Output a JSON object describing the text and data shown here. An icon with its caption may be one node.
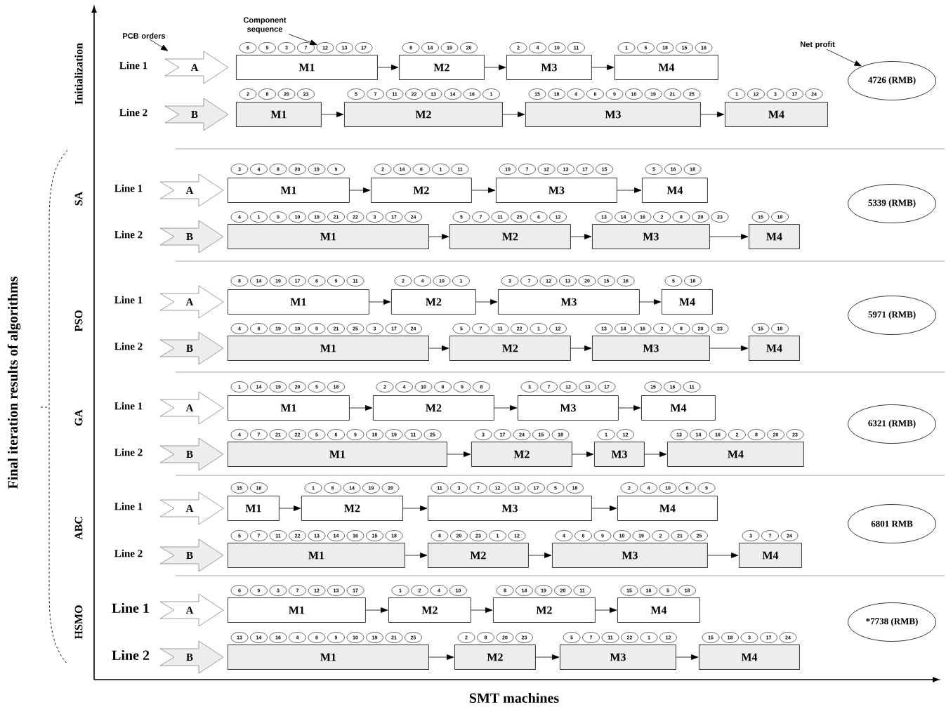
{
  "diagram": {
    "nodes": [
      {
        "text": [
          "Component sequence"
        ]
      },
      {
        "text": [
          "PCB orders"
        ]
      },
      {
        "text": [
          "Net profit"
        ]
      },
      {
        "text": [
          "A"
        ],
        "beside": [
          "Line 1"
        ]
      },
      {
        "text": [
          "M1"
        ]
      },
      {
        "text": [
          "6"
        ]
      },
      {
        "text": [
          "9"
        ]
      },
      {
        "text": [
          "3"
        ]
      },
      {
        "text": [
          "7"
        ]
      },
      {
        "text": [
          "12"
        ]
      },
      {
        "text": [
          "13"
        ]
      },
      {
        "text": [
          "17"
        ]
      },
      {
        "text": [
          "M2"
        ]
      },
      {
        "text": [
          "8"
        ]
      },
      {
        "text": [
          "14"
        ]
      },
      {
        "text": [
          "19"
        ]
      },
      {
        "text": [
          "20"
        ]
      },
      {
        "text": [
          "M3"
        ]
      },
      {
        "text": [
          "2"
        ]
      },
      {
        "text": [
          "4"
        ]
      },
      {
        "text": [
          "10"
        ]
      },
      {
        "text": [
          "11"
        ]
      },
      {
        "text": [
          "M4"
        ]
      },
      {
        "text": [
          "1"
        ]
      },
      {
        "text": [
          "5"
        ]
      },
      {
        "text": [
          "18"
        ]
      },
      {
        "text": [
          "15"
        ]
      },
      {
        "text": [
          "16"
        ]
      },
      {
        "text": [
          "B"
        ],
        "beside": [
          "Line 2"
        ]
      },
      {
        "text": [
          "M1"
        ]
      },
      {
        "text": [
          "2"
        ]
      },
      {
        "text": [
          "8"
        ]
      },
      {
        "text": [
          "20"
        ]
      },
      {
        "text": [
          "23"
        ]
      },
      {
        "text": [
          "M2"
        ]
      },
      {
        "text": [
          "5"
        ]
      },
      {
        "text": [
          "7"
        ]
      },
      {
        "text": [
          "11"
        ]
      },
      {
        "text": [
          "22"
        ]
      },
      {
        "text": [
          "13"
        ]
      },
      {
        "text": [
          "14"
        ]
      },
      {
        "text": [
          "16"
        ]
      },
      {
        "text": [
          "1"
        ]
      },
      {
        "text": [
          "M3"
        ]
      },
      {
        "text": [
          "15"
        ]
      },
      {
        "text": [
          "18"
        ]
      },
      {
        "text": [
          "4"
        ]
      },
      {
        "text": [
          "6"
        ]
      },
      {
        "text": [
          "9"
        ]
      },
      {
        "text": [
          "10"
        ]
      },
      {
        "text": [
          "19"
        ]
      },
      {
        "text": [
          "21"
        ]
      },
      {
        "text": [
          "25"
        ]
      },
      {
        "text": [
          "M4"
        ]
      },
      {
        "text": [
          "1"
        ]
      },
      {
        "text": [
          "12"
        ]
      },
      {
        "text": [
          "3"
        ]
      },
      {
        "text": [
          "17"
        ]
      },
      {
        "text": [
          "24"
        ]
      },
      {
        "text": [
          "4726 (RMB)"
        ]
      },
      {
        "text": [
          "A"
        ],
        "beside": [
          "Line 1"
        ]
      },
      {
        "text": [
          "M1"
        ]
      },
      {
        "text": [
          "3"
        ]
      },
      {
        "text": [
          "4"
        ]
      },
      {
        "text": [
          "8"
        ]
      },
      {
        "text": [
          "20"
        ]
      },
      {
        "text": [
          "19"
        ]
      },
      {
        "text": [
          "9"
        ]
      },
      {
        "text": [
          "M2"
        ]
      },
      {
        "text": [
          "2"
        ]
      },
      {
        "text": [
          "14"
        ]
      },
      {
        "text": [
          "6"
        ]
      },
      {
        "text": [
          "1"
        ]
      },
      {
        "text": [
          "11"
        ]
      },
      {
        "text": [
          "M3"
        ]
      },
      {
        "text": [
          "10"
        ]
      },
      {
        "text": [
          "7"
        ]
      },
      {
        "text": [
          "12"
        ]
      },
      {
        "text": [
          "13"
        ]
      },
      {
        "text": [
          "17"
        ]
      },
      {
        "text": [
          "15"
        ]
      },
      {
        "text": [
          "M4"
        ]
      },
      {
        "text": [
          "5"
        ]
      },
      {
        "text": [
          "16"
        ]
      },
      {
        "text": [
          "18"
        ]
      },
      {
        "text": [
          "B"
        ],
        "beside": [
          "Line 2"
        ]
      },
      {
        "text": [
          "M1"
        ]
      },
      {
        "text": [
          "4"
        ]
      },
      {
        "text": [
          "1"
        ]
      },
      {
        "text": [
          "9"
        ]
      },
      {
        "text": [
          "10"
        ]
      },
      {
        "text": [
          "19"
        ]
      },
      {
        "text": [
          "21"
        ]
      },
      {
        "text": [
          "22"
        ]
      },
      {
        "text": [
          "3"
        ]
      },
      {
        "text": [
          "17"
        ]
      },
      {
        "text": [
          "24"
        ]
      },
      {
        "text": [
          "M2"
        ]
      },
      {
        "text": [
          "5"
        ]
      },
      {
        "text": [
          "7"
        ]
      },
      {
        "text": [
          "11"
        ]
      },
      {
        "text": [
          "25"
        ]
      },
      {
        "text": [
          "6"
        ]
      },
      {
        "text": [
          "12"
        ]
      },
      {
        "text": [
          "M3"
        ]
      },
      {
        "text": [
          "13"
        ]
      },
      {
        "text": [
          "14"
        ]
      },
      {
        "text": [
          "16"
        ]
      },
      {
        "text": [
          "2"
        ]
      },
      {
        "text": [
          "8"
        ]
      },
      {
        "text": [
          "20"
        ]
      },
      {
        "text": [
          "23"
        ]
      },
      {
        "text": [
          "M4"
        ]
      },
      {
        "text": [
          "15"
        ]
      },
      {
        "text": [
          "18"
        ]
      },
      {
        "text": [
          "5339 (RMB)"
        ]
      },
      {
        "text": [
          "A"
        ],
        "beside": [
          "Line 1"
        ]
      },
      {
        "text": [
          "M1"
        ]
      },
      {
        "text": [
          "8"
        ]
      },
      {
        "text": [
          "14"
        ]
      },
      {
        "text": [
          "19"
        ]
      },
      {
        "text": [
          "17"
        ]
      },
      {
        "text": [
          "6"
        ]
      },
      {
        "text": [
          "9"
        ]
      },
      {
        "text": [
          "11"
        ]
      },
      {
        "text": [
          "M2"
        ]
      },
      {
        "text": [
          "2"
        ]
      },
      {
        "text": [
          "4"
        ]
      },
      {
        "text": [
          "10"
        ]
      },
      {
        "text": [
          "1"
        ]
      },
      {
        "text": [
          "M3"
        ]
      },
      {
        "text": [
          "3"
        ]
      },
      {
        "text": [
          "7"
        ]
      },
      {
        "text": [
          "12"
        ]
      },
      {
        "text": [
          "13"
        ]
      },
      {
        "text": [
          "20"
        ]
      },
      {
        "text": [
          "15"
        ]
      },
      {
        "text": [
          "16"
        ]
      },
      {
        "text": [
          "M4"
        ]
      },
      {
        "text": [
          "5"
        ]
      },
      {
        "text": [
          "18"
        ]
      },
      {
        "text": [
          "B"
        ],
        "beside": [
          "Line 2"
        ]
      },
      {
        "text": [
          "M1"
        ]
      },
      {
        "text": [
          "4"
        ]
      },
      {
        "text": [
          "6"
        ]
      },
      {
        "text": [
          "19"
        ]
      },
      {
        "text": [
          "10"
        ]
      },
      {
        "text": [
          "9"
        ]
      },
      {
        "text": [
          "21"
        ]
      },
      {
        "text": [
          "25"
        ]
      },
      {
        "text": [
          "3"
        ]
      },
      {
        "text": [
          "17"
        ]
      },
      {
        "text": [
          "24"
        ]
      },
      {
        "text": [
          "M2"
        ]
      },
      {
        "text": [
          "5"
        ]
      },
      {
        "text": [
          "7"
        ]
      },
      {
        "text": [
          "11"
        ]
      },
      {
        "text": [
          "22"
        ]
      },
      {
        "text": [
          "1"
        ]
      },
      {
        "text": [
          "12"
        ]
      },
      {
        "text": [
          "M3"
        ]
      },
      {
        "text": [
          "13"
        ]
      },
      {
        "text": [
          "14"
        ]
      },
      {
        "text": [
          "16"
        ]
      },
      {
        "text": [
          "2"
        ]
      },
      {
        "text": [
          "8"
        ]
      },
      {
        "text": [
          "20"
        ]
      },
      {
        "text": [
          "23"
        ]
      },
      {
        "text": [
          "M4"
        ]
      },
      {
        "text": [
          "15"
        ]
      },
      {
        "text": [
          "18"
        ]
      },
      {
        "text": [
          "5971 (RMB)"
        ]
      },
      {
        "text": [
          "A"
        ],
        "beside": [
          "Line 1"
        ]
      },
      {
        "text": [
          "M1"
        ]
      },
      {
        "text": [
          "1"
        ]
      },
      {
        "text": [
          "14"
        ]
      },
      {
        "text": [
          "19"
        ]
      },
      {
        "text": [
          "20"
        ]
      },
      {
        "text": [
          "5"
        ]
      },
      {
        "text": [
          "18"
        ]
      },
      {
        "text": [
          "M2"
        ]
      },
      {
        "text": [
          "2"
        ]
      },
      {
        "text": [
          "4"
        ]
      },
      {
        "text": [
          "10"
        ]
      },
      {
        "text": [
          "6"
        ]
      },
      {
        "text": [
          "9"
        ]
      },
      {
        "text": [
          "8"
        ]
      },
      {
        "text": [
          "M3"
        ]
      },
      {
        "text": [
          "3"
        ]
      },
      {
        "text": [
          "7"
        ]
      },
      {
        "text": [
          "12"
        ]
      },
      {
        "text": [
          "13"
        ]
      },
      {
        "text": [
          "17"
        ]
      },
      {
        "text": [
          "M4"
        ]
      },
      {
        "text": [
          "15"
        ]
      },
      {
        "text": [
          "16"
        ]
      },
      {
        "text": [
          "11"
        ]
      },
      {
        "text": [
          "B"
        ],
        "beside": [
          "Line 2"
        ]
      },
      {
        "text": [
          "M1"
        ]
      },
      {
        "text": [
          "4"
        ]
      },
      {
        "text": [
          "7"
        ]
      },
      {
        "text": [
          "21"
        ]
      },
      {
        "text": [
          "22"
        ]
      },
      {
        "text": [
          "5"
        ]
      },
      {
        "text": [
          "6"
        ]
      },
      {
        "text": [
          "9"
        ]
      },
      {
        "text": [
          "10"
        ]
      },
      {
        "text": [
          "19"
        ]
      },
      {
        "text": [
          "11"
        ]
      },
      {
        "text": [
          "25"
        ]
      },
      {
        "text": [
          "M2"
        ]
      },
      {
        "text": [
          "3"
        ]
      },
      {
        "text": [
          "17"
        ]
      },
      {
        "text": [
          "24"
        ]
      },
      {
        "text": [
          "15"
        ]
      },
      {
        "text": [
          "18"
        ]
      },
      {
        "text": [
          "M3"
        ]
      },
      {
        "text": [
          "1"
        ]
      },
      {
        "text": [
          "12"
        ]
      },
      {
        "text": [
          "M4"
        ]
      },
      {
        "text": [
          "13"
        ]
      },
      {
        "text": [
          "14"
        ]
      },
      {
        "text": [
          "16"
        ]
      },
      {
        "text": [
          "2"
        ]
      },
      {
        "text": [
          "8"
        ]
      },
      {
        "text": [
          "20"
        ]
      },
      {
        "text": [
          "23"
        ]
      },
      {
        "text": [
          "6321 (RMB)"
        ]
      },
      {
        "text": [
          "A"
        ],
        "beside": [
          "Line 1"
        ]
      },
      {
        "text": [
          "M1"
        ]
      },
      {
        "text": [
          "15"
        ]
      },
      {
        "text": [
          "16"
        ]
      },
      {
        "text": [
          "M2"
        ]
      },
      {
        "text": [
          "1"
        ]
      },
      {
        "text": [
          "8"
        ]
      },
      {
        "text": [
          "14"
        ]
      },
      {
        "text": [
          "19"
        ]
      },
      {
        "text": [
          "20"
        ]
      },
      {
        "text": [
          "M3"
        ]
      },
      {
        "text": [
          "11"
        ]
      },
      {
        "text": [
          "3"
        ]
      },
      {
        "text": [
          "7"
        ]
      },
      {
        "text": [
          "12"
        ]
      },
      {
        "text": [
          "13"
        ]
      },
      {
        "text": [
          "17"
        ]
      },
      {
        "text": [
          "5"
        ]
      },
      {
        "text": [
          "18"
        ]
      },
      {
        "text": [
          "M4"
        ]
      },
      {
        "text": [
          "2"
        ]
      },
      {
        "text": [
          "4"
        ]
      },
      {
        "text": [
          "10"
        ]
      },
      {
        "text": [
          "6"
        ]
      },
      {
        "text": [
          "9"
        ]
      },
      {
        "text": [
          "B"
        ],
        "beside": [
          "Line 2"
        ]
      },
      {
        "text": [
          "M1"
        ]
      },
      {
        "text": [
          "5"
        ]
      },
      {
        "text": [
          "7"
        ]
      },
      {
        "text": [
          "11"
        ]
      },
      {
        "text": [
          "22"
        ]
      },
      {
        "text": [
          "13"
        ]
      },
      {
        "text": [
          "14"
        ]
      },
      {
        "text": [
          "16"
        ]
      },
      {
        "text": [
          "15"
        ]
      },
      {
        "text": [
          "18"
        ]
      },
      {
        "text": [
          "M2"
        ]
      },
      {
        "text": [
          "8"
        ]
      },
      {
        "text": [
          "20"
        ]
      },
      {
        "text": [
          "23"
        ]
      },
      {
        "text": [
          "1"
        ]
      },
      {
        "text": [
          "12"
        ]
      },
      {
        "text": [
          "M3"
        ]
      },
      {
        "text": [
          "4"
        ]
      },
      {
        "text": [
          "6"
        ]
      },
      {
        "text": [
          "9"
        ]
      },
      {
        "text": [
          "10"
        ]
      },
      {
        "text": [
          "19"
        ]
      },
      {
        "text": [
          "2"
        ]
      },
      {
        "text": [
          "21"
        ]
      },
      {
        "text": [
          "25"
        ]
      },
      {
        "text": [
          "M4"
        ]
      },
      {
        "text": [
          "3"
        ]
      },
      {
        "text": [
          "7"
        ]
      },
      {
        "text": [
          "24"
        ]
      },
      {
        "text": [
          "6801 RMB"
        ]
      },
      {
        "text": [
          "A"
        ],
        "beside": [
          "Line 1"
        ]
      },
      {
        "text": [
          "M1"
        ]
      },
      {
        "text": [
          "6"
        ]
      },
      {
        "text": [
          "9"
        ]
      },
      {
        "text": [
          "3"
        ]
      },
      {
        "text": [
          "7"
        ]
      },
      {
        "text": [
          "12"
        ]
      },
      {
        "text": [
          "13"
        ]
      },
      {
        "text": [
          "17"
        ]
      },
      {
        "text": [
          "M2"
        ]
      },
      {
        "text": [
          "1"
        ]
      },
      {
        "text": [
          "2"
        ]
      },
      {
        "text": [
          "4"
        ]
      },
      {
        "text": [
          "10"
        ]
      },
      {
        "text": [
          "M2"
        ]
      },
      {
        "text": [
          "8"
        ]
      },
      {
        "text": [
          "14"
        ]
      },
      {
        "text": [
          "19"
        ]
      },
      {
        "text": [
          "20"
        ]
      },
      {
        "text": [
          "11"
        ]
      },
      {
        "text": [
          "M4"
        ]
      },
      {
        "text": [
          "15"
        ]
      },
      {
        "text": [
          "16"
        ]
      },
      {
        "text": [
          "5"
        ]
      },
      {
        "text": [
          "18"
        ]
      },
      {
        "text": [
          "B"
        ],
        "beside": [
          "Line 2"
        ]
      },
      {
        "text": [
          "M1"
        ]
      },
      {
        "text": [
          "13"
        ]
      },
      {
        "text": [
          "14"
        ]
      },
      {
        "text": [
          "16"
        ]
      },
      {
        "text": [
          "4"
        ]
      },
      {
        "text": [
          "6"
        ]
      },
      {
        "text": [
          "9"
        ]
      },
      {
        "text": [
          "10"
        ]
      },
      {
        "text": [
          "19"
        ]
      },
      {
        "text": [
          "21"
        ]
      },
      {
        "text": [
          "25"
        ]
      },
      {
        "text": [
          "M2"
        ]
      },
      {
        "text": [
          "2"
        ]
      },
      {
        "text": [
          "8"
        ]
      },
      {
        "text": [
          "20"
        ]
      },
      {
        "text": [
          "23"
        ]
      },
      {
        "text": [
          "M3"
        ]
      },
      {
        "text": [
          "5"
        ]
      },
      {
        "text": [
          "7"
        ]
      },
      {
        "text": [
          "11"
        ]
      },
      {
        "text": [
          "22"
        ]
      },
      {
        "text": [
          "1"
        ]
      },
      {
        "text": [
          "12"
        ]
      },
      {
        "text": [
          "M4"
        ]
      },
      {
        "text": [
          "15"
        ]
      },
      {
        "text": [
          "18"
        ]
      },
      {
        "text": [
          "3"
        ]
      },
      {
        "text": [
          "17"
        ]
      },
      {
        "text": [
          "24"
        ]
      },
      {
        "text": [
          "*7738 (RMB)"
        ]
      }
    ],
    "edges": [
      {
        "from": 1,
        "to": 3,
        "arrow": "to"
      },
      {
        "from": 0,
        "to": 9,
        "arrow": "to"
      },
      {
        "from": 2,
        "to": 59,
        "arrow": "to"
      },
      {
        "from": 4,
        "to": 12,
        "arrow": "to"
      },
      {
        "from": 12,
        "to": 17,
        "arrow": "to"
      },
      {
        "from": 17,
        "to": 22,
        "arrow": "to"
      },
      {
        "from": 29,
        "to": 34,
        "arrow": "to"
      },
      {
        "from": 34,
        "to": 43,
        "arrow": "to"
      },
      {
        "from": 43,
        "to": 53,
        "arrow": "to"
      },
      {
        "from": 61,
        "to": 68,
        "arrow": "to"
      },
      {
        "from": 68,
        "to": 74,
        "arrow": "to"
      },
      {
        "from": 74,
        "to": 81,
        "arrow": "to"
      },
      {
        "from": 86,
        "to": 97,
        "arrow": "to"
      },
      {
        "from": 97,
        "to": 104,
        "arrow": "to"
      },
      {
        "from": 104,
        "to": 112,
        "arrow": "to"
      },
      {
        "from": 117,
        "to": 125,
        "arrow": "to"
      },
      {
        "from": 125,
        "to": 130,
        "arrow": "to"
      },
      {
        "from": 130,
        "to": 138,
        "arrow": "to"
      },
      {
        "from": 142,
        "to": 153,
        "arrow": "to"
      },
      {
        "from": 153,
        "to": 160,
        "arrow": "to"
      },
      {
        "from": 160,
        "to": 168,
        "arrow": "to"
      },
      {
        "from": 173,
        "to": 180,
        "arrow": "to"
      },
      {
        "from": 180,
        "to": 187,
        "arrow": "to"
      },
      {
        "from": 187,
        "to": 193,
        "arrow": "to"
      },
      {
        "from": 198,
        "to": 210,
        "arrow": "to"
      },
      {
        "from": 210,
        "to": 216,
        "arrow": "to"
      },
      {
        "from": 216,
        "to": 219,
        "arrow": "to"
      },
      {
        "from": 229,
        "to": 232,
        "arrow": "to"
      },
      {
        "from": 232,
        "to": 238,
        "arrow": "to"
      },
      {
        "from": 238,
        "to": 247,
        "arrow": "to"
      },
      {
        "from": 254,
        "to": 264,
        "arrow": "to"
      },
      {
        "from": 264,
        "to": 270,
        "arrow": "to"
      },
      {
        "from": 270,
        "to": 279,
        "arrow": "to"
      },
      {
        "from": 285,
        "to": 293,
        "arrow": "to"
      },
      {
        "from": 293,
        "to": 298,
        "arrow": "to"
      },
      {
        "from": 298,
        "to": 304,
        "arrow": "to"
      },
      {
        "from": 310,
        "to": 321,
        "arrow": "to"
      },
      {
        "from": 321,
        "to": 326,
        "arrow": "to"
      },
      {
        "from": 326,
        "to": 333,
        "arrow": "to"
      }
    ],
    "labels": [
      "Final iteration results of algorithms",
      "Initialization",
      "SA",
      "PSO",
      "GA",
      "ABC",
      "HSMO",
      "SMT machines"
    ]
  }
}
